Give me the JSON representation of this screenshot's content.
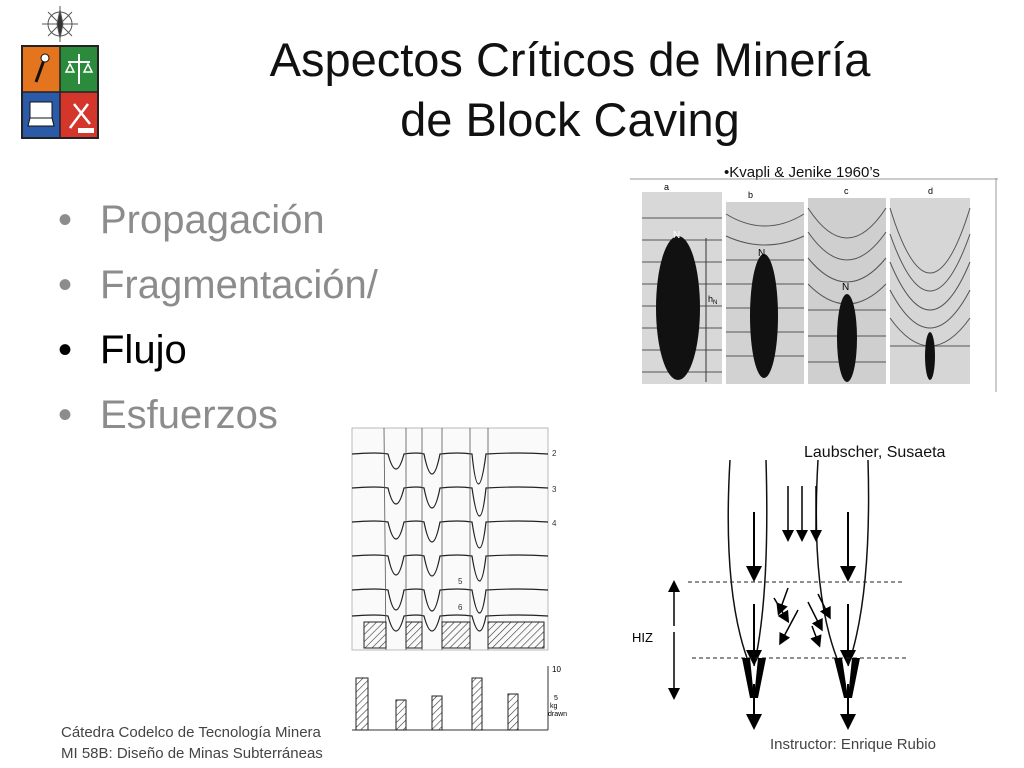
{
  "slide": {
    "title_line1": "Aspectos Críticos de Minería",
    "title_line2": "de Block Caving",
    "bullets": [
      {
        "text": "Propagación",
        "active": false
      },
      {
        "text": "Fragmentación/",
        "active": false
      },
      {
        "text": "Flujo",
        "active": true
      },
      {
        "text": "Esfuerzos",
        "active": false
      }
    ],
    "bullet_glyph": "•"
  },
  "figures": {
    "kvapli_caption": "•Kvapli & Jenike 1960’s",
    "kvapli_panels": [
      "a",
      "b",
      "c",
      "d"
    ],
    "kvapli_symbols": [
      "N",
      "N",
      "N",
      "h_N"
    ],
    "laubscher_caption": "Laubscher, Susaeta",
    "hiz_label": "HIZ",
    "flow_scale_top": "10",
    "flow_scale_label": "5\nkg\ndrawn",
    "flow_layer_numbers": [
      "2",
      "3",
      "4",
      "5",
      "6"
    ]
  },
  "footer": {
    "left_line1": "Cátedra Codelco de Tecnología Minera",
    "left_line2": "MI 58B: Diseño de Minas Subterráneas",
    "right": "Instructor: Enrique Rubio"
  },
  "colors": {
    "logo_orange": "#e5741e",
    "logo_green": "#2c8a3c",
    "logo_blue": "#2a5aa8",
    "logo_red": "#d4362b",
    "muted_text": "#8c8c8c"
  }
}
